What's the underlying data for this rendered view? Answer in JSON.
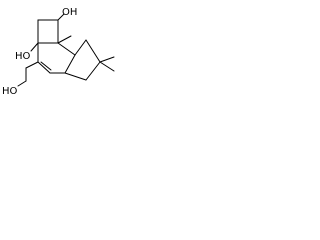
{
  "structure": {
    "labels": {
      "oh_top": "OH",
      "ho_left": "HO",
      "ho_bottom": "HO"
    },
    "colors": {
      "bond": "#000000",
      "text": "#000000",
      "background": "#ffffff"
    }
  }
}
